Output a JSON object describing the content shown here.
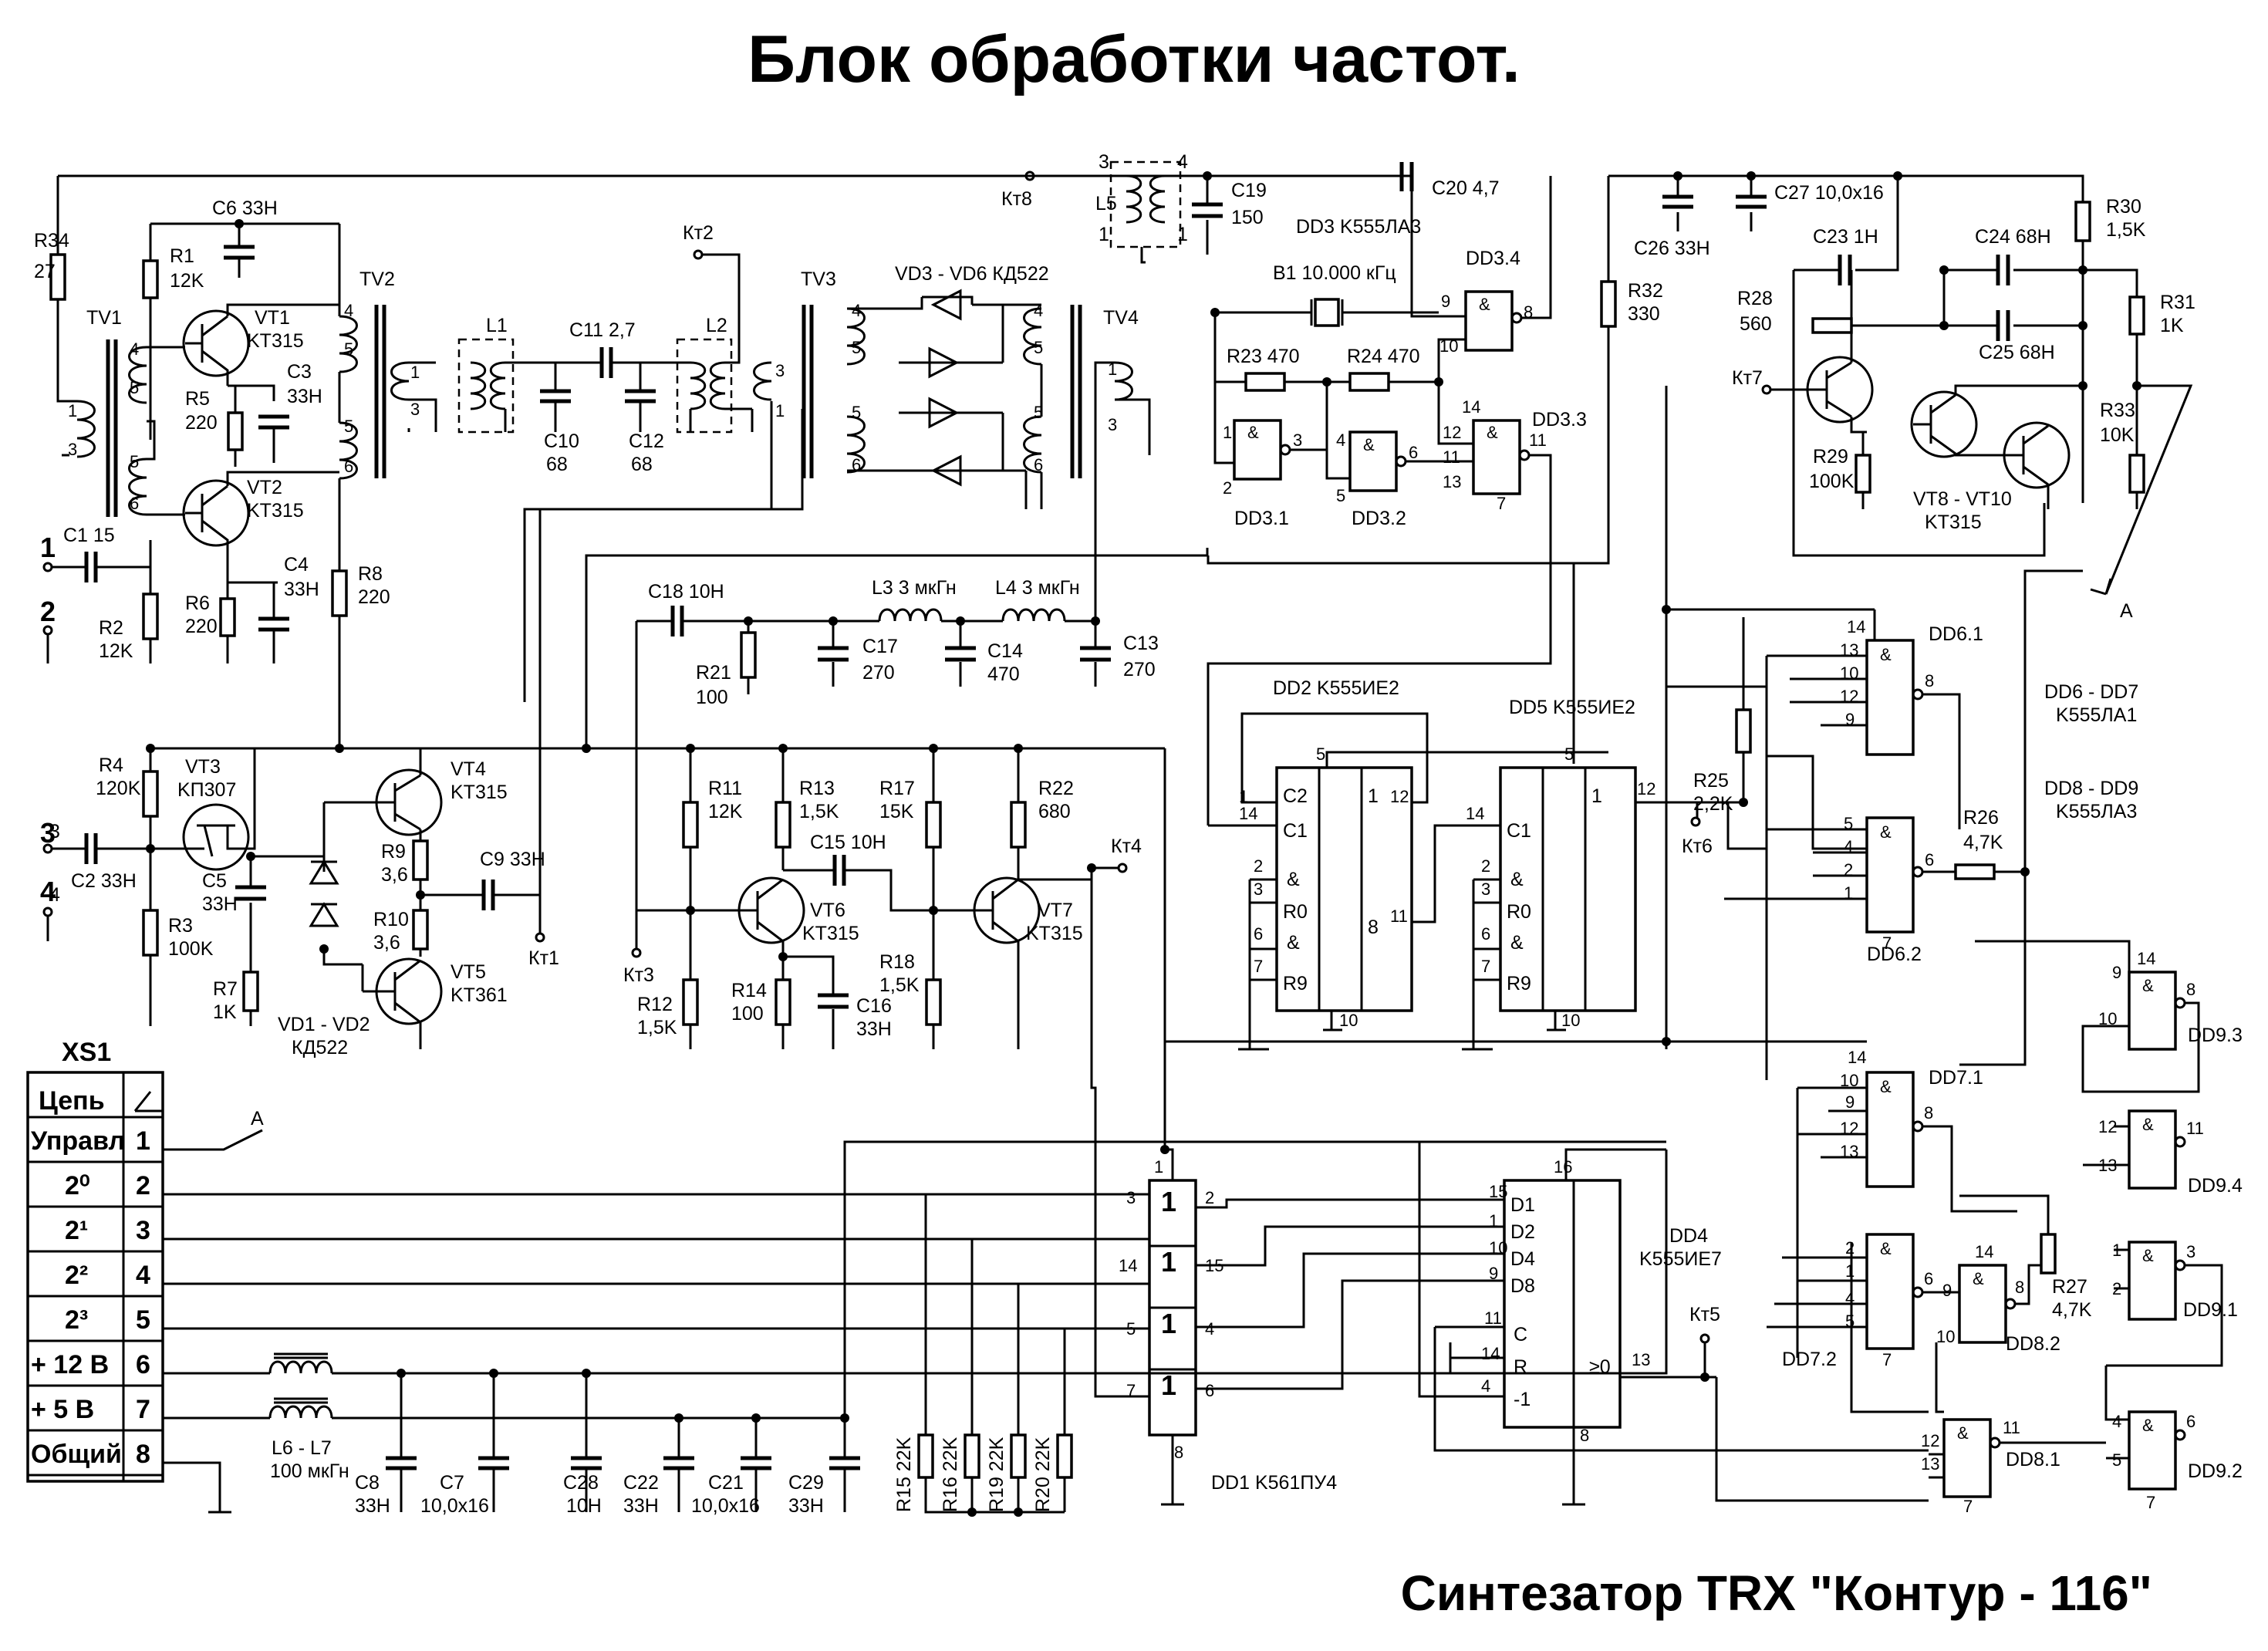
{
  "title": "Блок обработки частот.",
  "footer": "Синтезатор TRX \"Контур - 116\"",
  "transformers": {
    "tv1": "TV1",
    "tv2": "TV2",
    "tv3": "TV3",
    "tv4": "TV4"
  },
  "components": {
    "r34": "R34",
    "r34v": "27",
    "c6": "C6 33H",
    "r1": "R1",
    "r1v": "12K",
    "vt1": "VT1",
    "vt1t": "KT315",
    "c3": "C3",
    "c3v": "33H",
    "r5": "R5",
    "r5v": "220",
    "vt2": "VT2",
    "vt2t": "KT315",
    "c4": "C4",
    "c4v": "33H",
    "r6": "R6",
    "r6v": "220",
    "r8": "R8",
    "r8v": "220",
    "c1": "C1 15",
    "r2": "R2",
    "r2v": "12K",
    "l1": "L1",
    "c11": "C11 2,7",
    "l2": "L2",
    "c10": "C10",
    "c10v": "68",
    "c12": "C12",
    "c12v": "68",
    "kt2": "Кт2",
    "kt8": "Кт8",
    "l5": "L5",
    "c19": "C19",
    "c19v": "150",
    "c20": "C20 4,7",
    "vd36": "VD3 - VD6 КД522",
    "dd3": "DD3 K555ЛA3",
    "b1": "B1 10.000 кГц",
    "dd34": "DD3.4",
    "r23": "R23 470",
    "r24": "R24 470",
    "dd31": "DD3.1",
    "dd32": "DD3.2",
    "dd33": "DD3.3",
    "c26": "C26 33H",
    "c27": "C27 10,0x16",
    "r32": "R32",
    "r32v": "330",
    "r30": "R30",
    "r30v": "1,5K",
    "c23": "C23 1H",
    "c24": "C24 68H",
    "c25": "C25 68H",
    "r28": "R28",
    "r28v": "560",
    "r31": "R31",
    "r31v": "1K",
    "kt7": "Кт7",
    "r29": "R29",
    "r29v": "100K",
    "r33": "R33",
    "r33v": "10K",
    "vt810": "VT8 - VT10",
    "vt810t": "KT315",
    "a": "A",
    "c18": "C18 10H",
    "l3": "L3 3 мкГн",
    "l4": "L4 3 мкГн",
    "r21": "R21",
    "r21v": "100",
    "c17": "C17",
    "c17v": "270",
    "c14": "C14",
    "c14v": "470",
    "c13": "C13",
    "c13v": "270",
    "dd61": "DD6.1",
    "dd67": "DD6 - DD7",
    "dd67t": "K555ЛA1",
    "dd89": "DD8 - DD9",
    "dd89t": "K555ЛA3",
    "dd2": "DD2 K555ИE2",
    "dd5": "DD5 K555ИE2",
    "r4": "R4",
    "r4v": "120K",
    "vt3": "VT3",
    "vt3t": "KП307",
    "vt4": "VT4",
    "vt4t": "KT315",
    "r9": "R9",
    "r9v": "3,6",
    "c9": "C9 33H",
    "r10": "R10",
    "r10v": "3,6",
    "vt5": "VT5",
    "vt5t": "KT361",
    "c2": "C2 33H",
    "c5": "C5",
    "c5v": "33H",
    "r3": "R3",
    "r3v": "100K",
    "r7": "R7",
    "r7v": "1K",
    "vd12": "VD1 - VD2",
    "vd12t": "КД522",
    "kt1": "Кт1",
    "kt3": "Кт3",
    "kt4": "Кт4",
    "kt5": "Кт5",
    "kt6": "Кт6",
    "r11": "R11",
    "r11v": "12K",
    "r13": "R13",
    "r13v": "1,5K",
    "c15": "C15 10H",
    "r17": "R17",
    "r17v": "15K",
    "r22": "R22",
    "r22v": "680",
    "vt6": "VT6",
    "vt6t": "KT315",
    "vt7": "VT7",
    "vt7t": "KT315",
    "r12": "R12",
    "r12v": "1,5K",
    "r14": "R14",
    "r14v": "100",
    "c16": "C16",
    "c16v": "33H",
    "r18": "R18",
    "r18v": "1,5K",
    "r25": "R25",
    "r25v": "2,2K",
    "r26": "R26",
    "r26v": "4,7K",
    "dd62": "DD6.2",
    "dd71": "DD7.1",
    "dd72": "DD7.2",
    "dd81": "DD8.1",
    "dd82": "DD8.2",
    "dd91": "DD9.1",
    "dd92": "DD9.2",
    "dd93": "DD9.3",
    "dd94": "DD9.4",
    "r27": "R27",
    "r27v": "4,7K",
    "dd4": "DD4",
    "dd4t": "K555ИE7",
    "dd1": "DD1 K561ПУ4",
    "l67": "L6 - L7",
    "l67v": "100 мкГн",
    "c8": "C8",
    "c8v": "33H",
    "c7": "C7",
    "c7v": "10,0x16",
    "c28": "C28",
    "c28v": "10H",
    "c22": "C22",
    "c22v": "33H",
    "c21": "C21",
    "c21v": "10,0x16",
    "c29": "C29",
    "c29v": "33H",
    "r15": "R15 22K",
    "r16": "R16 22K",
    "r19": "R19 22K",
    "r20": "R20 22K"
  },
  "inputs": [
    "1",
    "2",
    "3",
    "4"
  ],
  "xs1": {
    "name": "XS1",
    "header_circuit": "Цепь",
    "rows": [
      {
        "name": "Управл",
        "pin": "1"
      },
      {
        "name": "2⁰",
        "pin": "2"
      },
      {
        "name": "2¹",
        "pin": "3"
      },
      {
        "name": "2²",
        "pin": "4"
      },
      {
        "name": "2³",
        "pin": "5"
      },
      {
        "name": "+ 12 B",
        "pin": "6"
      },
      {
        "name": "+ 5 B",
        "pin": "7"
      },
      {
        "name": "Общий",
        "pin": "8"
      }
    ]
  }
}
